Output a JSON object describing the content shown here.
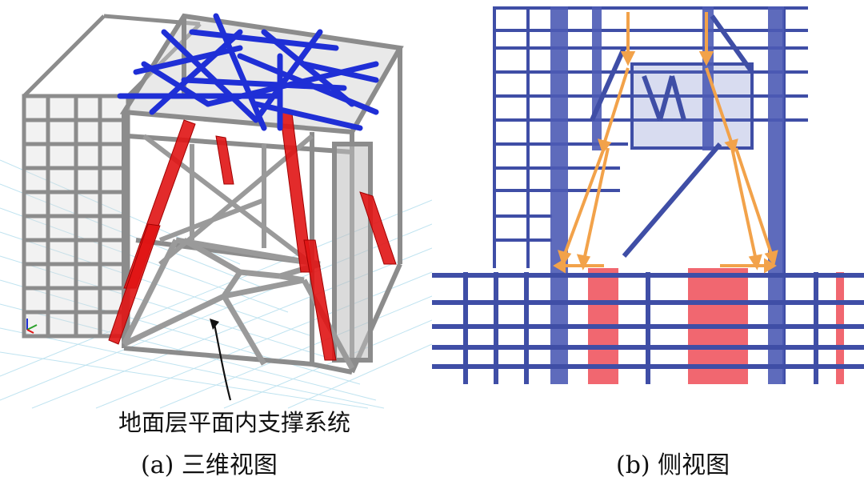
{
  "annotation": {
    "text": "地面层平面内支撑系统"
  },
  "panels": [
    {
      "caption": "(a) 三维视图"
    },
    {
      "caption": "(b) 侧视图"
    }
  ],
  "colors": {
    "frame_gray": "#8c8c8c",
    "roof_brace_blue": "#1f2fd6",
    "brace_red": "#e01414",
    "side_frame_blue": "#3f4ea6",
    "load_path_orange": "#f2a24a",
    "column_pink": "#ee4c57",
    "grid_cyan": "#bfe3f0"
  }
}
